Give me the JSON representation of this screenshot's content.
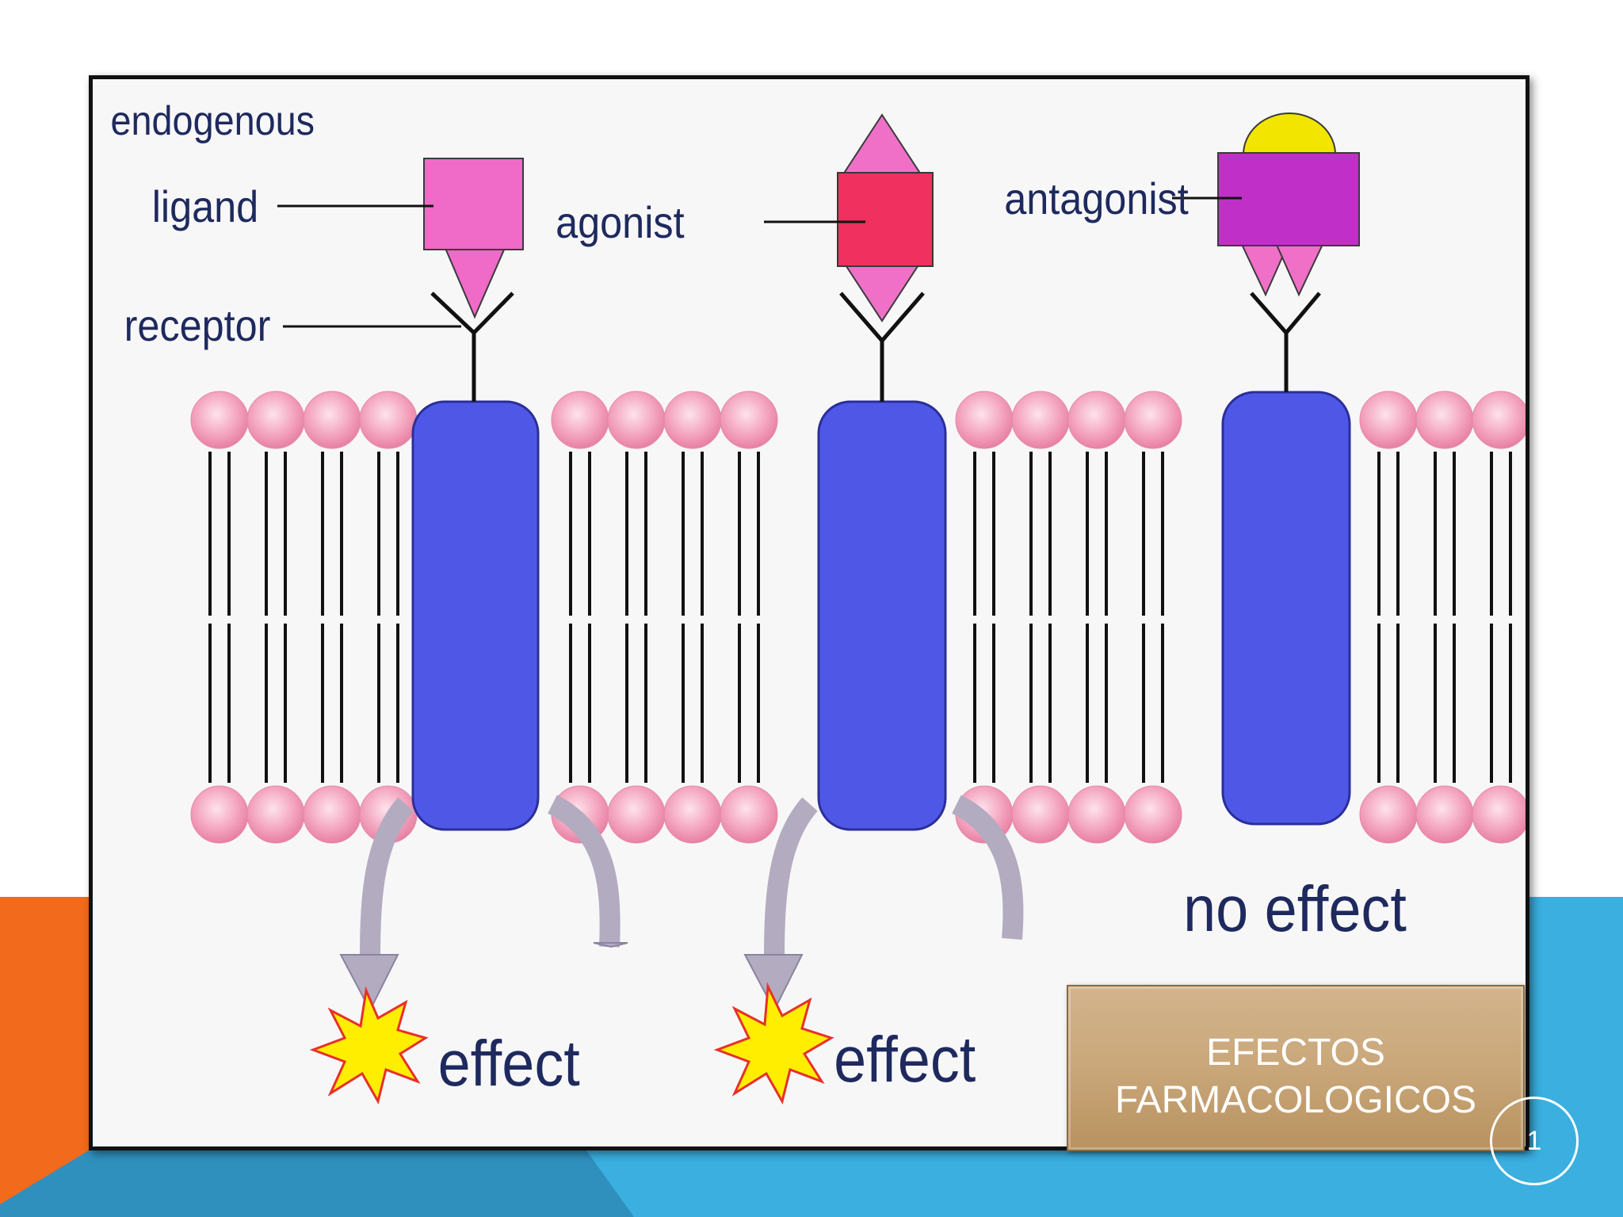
{
  "colors": {
    "orange_accent": "#f26a1b",
    "blue_accent": "#3aafe0",
    "dark_blue_accent": "#2a8fbf",
    "receptor_blue": "#4f58e6",
    "lipid_pink": "#f4a6c0",
    "endogenous_ligand": "#f06ac8",
    "agonist": "#f0305f",
    "agonist_tip": "#f070c8",
    "antagonist": "#c030c8",
    "antagonist_cap": "#f2e600",
    "effect_burst": "#ffee00",
    "caption_bg": "#c9a77a"
  },
  "diagram": {
    "labels": {
      "endogenous": "endogenous",
      "ligand": "ligand",
      "receptor": "receptor",
      "agonist": "agonist",
      "antagonist": "antagonist",
      "effect_1": "effect",
      "effect_2": "effect",
      "no_effect": "no effect"
    }
  },
  "caption": {
    "text": "EFECTOS\nFARMACOLOGICOS"
  },
  "slide": {
    "page_number": "1"
  }
}
